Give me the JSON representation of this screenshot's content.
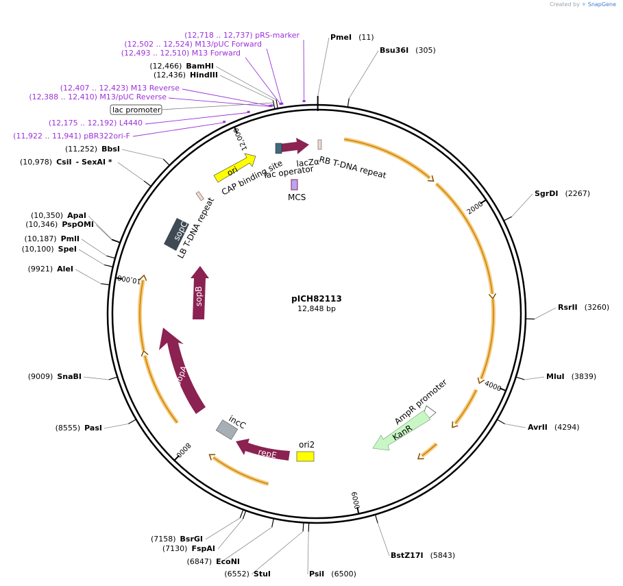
{
  "credit": {
    "prefix": "Created by",
    "brand": "SnapGene"
  },
  "plasmid": {
    "name": "pICH82113",
    "size_label": "12,848 bp",
    "length": 12848
  },
  "ticks": [
    {
      "pos": 2000,
      "label": "2000"
    },
    {
      "pos": 4000,
      "label": "4000"
    },
    {
      "pos": 6000,
      "label": "6000"
    },
    {
      "pos": 8000,
      "label": "8000"
    },
    {
      "pos": 10000,
      "label": "10,000"
    },
    {
      "pos": 12000,
      "label": "12,000"
    }
  ],
  "enzymes": [
    {
      "name": "PmeI",
      "pos": "(11)",
      "site": 11
    },
    {
      "name": "Bsu36I",
      "pos": "(305)",
      "site": 305
    },
    {
      "name": "SgrDI",
      "pos": "(2267)",
      "site": 2267
    },
    {
      "name": "RsrII",
      "pos": "(3260)",
      "site": 3260
    },
    {
      "name": "MluI",
      "pos": "(3839)",
      "site": 3839
    },
    {
      "name": "AvrII",
      "pos": "(4294)",
      "site": 4294
    },
    {
      "name": "BstZ17I",
      "pos": "(5843)",
      "site": 5843
    },
    {
      "name": "PsiI",
      "pos": "(6500)",
      "site": 6500
    },
    {
      "name": "StuI",
      "pos": "(6552)",
      "site": 6552
    },
    {
      "name": "EcoNI",
      "pos": "(6847)",
      "site": 6847
    },
    {
      "name": "FspAI",
      "pos": "(7130)",
      "site": 7130
    },
    {
      "name": "BsrGI",
      "pos": "(7158)",
      "site": 7158
    },
    {
      "name": "PasI",
      "pos": "(8555)",
      "site": 8555
    },
    {
      "name": "SnaBI",
      "pos": "(9009)",
      "site": 9009
    },
    {
      "name": "AleI",
      "pos": "(9921)",
      "site": 9921
    },
    {
      "name": "SpeI",
      "pos": "(10,100)",
      "site": 10100
    },
    {
      "name": "PmlI",
      "pos": "(10,187)",
      "site": 10187
    },
    {
      "name": "PspOMI",
      "pos": "(10,346)",
      "site": 10346
    },
    {
      "name": "ApaI",
      "pos": "(10,350)",
      "site": 10350
    },
    {
      "name": "CsiI",
      "pos": "(10,978)",
      "extra": "- SexAI *",
      "site": 10978
    },
    {
      "name": "BbsI",
      "pos": "(11,252)",
      "site": 11252
    },
    {
      "name": "HindIII",
      "pos": "(12,436)",
      "site": 12436
    },
    {
      "name": "BamHI",
      "pos": "(12,466)",
      "site": 12466
    }
  ],
  "primers": [
    {
      "label": "(12,718 .. 12,737)  pRS-marker",
      "site": 12727
    },
    {
      "label": "(12,502 .. 12,524)  M13/pUC Forward",
      "site": 12513
    },
    {
      "label": "(12,493 .. 12,510)  M13 Forward",
      "site": 12501
    },
    {
      "label": "(12,407 .. 12,423)  M13 Reverse",
      "site": 12415
    },
    {
      "label": "(12,388 .. 12,410)  M13/pUC Reverse",
      "site": 12399
    },
    {
      "label": "(12,175 .. 12,192)  L4440",
      "site": 12183
    },
    {
      "label": "(11,922 .. 11,941)  pBR322ori-F",
      "site": 11931
    }
  ],
  "lac_promoter": "lac promoter",
  "features": [
    {
      "name": "ori",
      "color": "#ffff00"
    },
    {
      "name": "CAP binding site"
    },
    {
      "name": "lacZα",
      "color": "#8b2252"
    },
    {
      "name": "lac operator"
    },
    {
      "name": "MCS"
    },
    {
      "name": "RB T-DNA repeat"
    },
    {
      "name": "LB T-DNA repeat"
    },
    {
      "name": "sopC",
      "color": "#3f4a55"
    },
    {
      "name": "sopB",
      "color": "#8b2252"
    },
    {
      "name": "sopA",
      "color": "#8b2252"
    },
    {
      "name": "incC"
    },
    {
      "name": "repE",
      "color": "#8b2252"
    },
    {
      "name": "ori2"
    },
    {
      "name": "AmpR promoter"
    },
    {
      "name": "KanR",
      "color": "#c8f7c5"
    }
  ],
  "orfs": [
    {
      "from": 320,
      "to": 1420
    },
    {
      "from": 1520,
      "to": 2980
    },
    {
      "from": 3040,
      "to": 3980
    },
    {
      "from": 4120,
      "to": 4580
    },
    {
      "from": 4900,
      "to": 5120
    },
    {
      "from": 6990,
      "to": 7700
    },
    {
      "from": 8280,
      "to": 9150
    },
    {
      "from": 9210,
      "to": 10030
    }
  ]
}
